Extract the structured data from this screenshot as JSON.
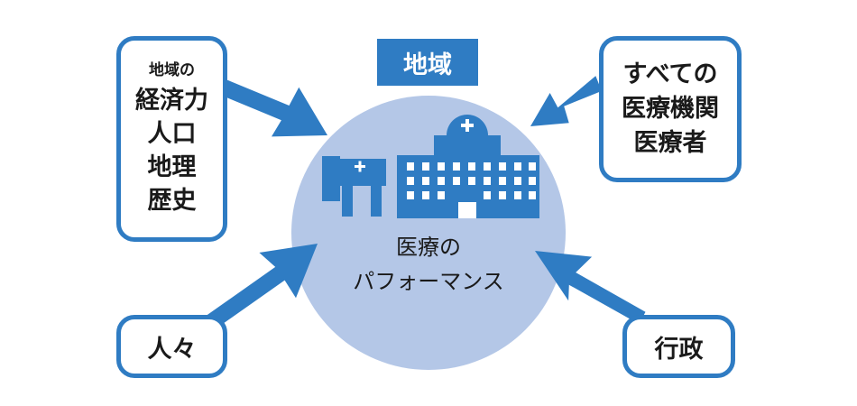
{
  "diagram": {
    "region_label": "地域",
    "center_label": [
      "医療の",
      "パフォーマンス"
    ],
    "top_left_box": {
      "heading": "地域の",
      "items": [
        "経済力",
        "人口",
        "地理",
        "歴史"
      ]
    },
    "top_right_box": {
      "lines": [
        "すべての",
        "医療機関",
        "医療者"
      ]
    },
    "bottom_left_box": {
      "label": "人々"
    },
    "bottom_right_box": {
      "label": "行政"
    },
    "colors": {
      "accent": "#2f7cc3",
      "circle_fill": "#b4c7e7",
      "building": "#2f7cc3",
      "text": "#1a1a1a"
    },
    "icons": [
      "hospital-building-icon",
      "hospital-bed-icon"
    ]
  }
}
